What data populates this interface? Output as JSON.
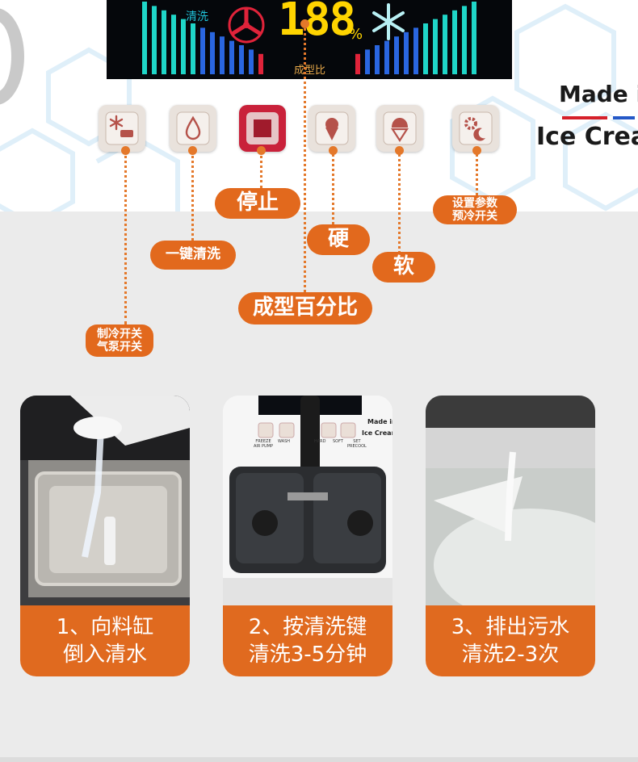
{
  "panel": {
    "wash_label": "清洗",
    "display_digits": "188",
    "percent_sign": "%",
    "ratio_label": "成型比"
  },
  "brand": {
    "made_in": "Made i",
    "ice_cream": "Ice Crea"
  },
  "buttons": [
    {
      "id": "freeze-pump",
      "icon": "snowflake-pump-icon"
    },
    {
      "id": "wash",
      "icon": "water-drop-icon"
    },
    {
      "id": "stop",
      "icon": "stop-square-icon"
    },
    {
      "id": "hard",
      "icon": "cone-icon"
    },
    {
      "id": "soft",
      "icon": "soft-serve-icon"
    },
    {
      "id": "settings",
      "icon": "gear-moon-icon"
    }
  ],
  "callouts": {
    "stop": "停止",
    "one_key_wash": "一键清洗",
    "hard": "硬",
    "soft": "软",
    "settings": "设置参数\n预冷开关",
    "ratio": "成型百分比",
    "freeze_pump": "制冷开关\n气泵开关"
  },
  "steps": [
    {
      "caption": "1、向料缸\n倒入清水",
      "photo": "water-pouring-into-hopper"
    },
    {
      "caption": "2、按清洗键\n清洗3-5分钟",
      "photo": "machine-front-panel"
    },
    {
      "caption": "3、排出污水\n清洗2-3次",
      "photo": "water-draining"
    }
  ],
  "step2_mini_labels": [
    "FREEZE\nAIR PUMP",
    "WASH",
    "HARD",
    "SOFT",
    "SET\nPRECOOL"
  ],
  "step2_brand": [
    "Made in",
    "Ice Cream"
  ],
  "colors": {
    "accent_orange": "#e2691d",
    "panel_bg": "#05070b",
    "digit_yellow": "#ffd400",
    "bar_cyan": "#1fd6c8",
    "bar_blue": "#2a66e0",
    "bar_red": "#e0233a",
    "stop_red": "#c9213a"
  }
}
